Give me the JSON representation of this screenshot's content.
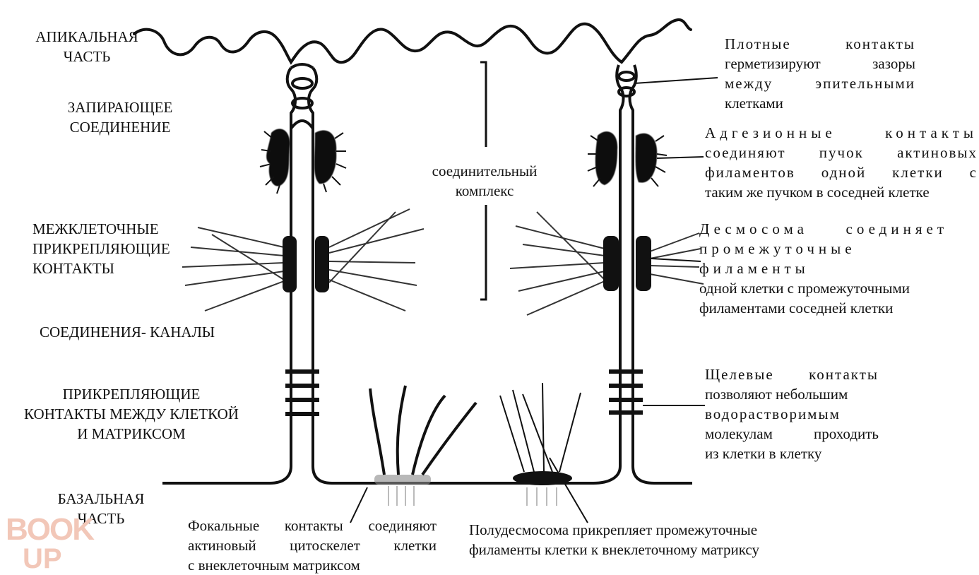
{
  "left_labels": {
    "apical": [
      "АПИКАЛЬНАЯ",
      "ЧАСТЬ"
    ],
    "tight": [
      "ЗАПИРАЮЩЕЕ",
      "СОЕДИНЕНИЕ"
    ],
    "anchoring": [
      "МЕЖКЛЕТОЧНЫЕ",
      "ПРИКРЕПЛЯЮЩИЕ",
      "КОНТАКТЫ"
    ],
    "channels": "СОЕДИНЕНИЯ- КАНАЛЫ",
    "cell_matrix": [
      "ПРИКРЕПЛЯЮЩИЕ",
      "КОНТАКТЫ МЕЖДУ КЛЕТКОЙ",
      "И МАТРИКСОМ"
    ],
    "basal": [
      "БАЗАЛЬНАЯ",
      "ЧАСТЬ"
    ]
  },
  "center_label": [
    "соединительный",
    "комплекс"
  ],
  "right_labels": {
    "tight": [
      "Плотные контакты",
      "герметизируют зазоры",
      "между эпительными",
      "клетками"
    ],
    "adherens": [
      "Адгезионные контакты",
      "соединяют пучок актиновых",
      "филаментов одной клетки с",
      "таким же пучком в соседней клетке"
    ],
    "desmosome": [
      "Десмосома соединяет",
      "промежуточные",
      "филаменты",
      "одной клетки с промежуточными",
      "филаментами соседней клетки"
    ],
    "gap": [
      "Щелевые контакты",
      "позволяют небольшим",
      "водорастворимым",
      "молекулам проходить",
      "из клетки в клетку"
    ]
  },
  "bottom_labels": {
    "focal": [
      "Фокальные контакты соединяют",
      "актиновый цитоскелет клетки",
      "с внеклеточным матриксом"
    ],
    "hemidesmosome": [
      "Полудесмосома прикрепляет промежуточные",
      "филаменты клетки к внеклеточному матриксу"
    ]
  },
  "watermark": "BOOK UP",
  "colors": {
    "ink": "#111111",
    "watermark": "#f2c7b8"
  }
}
